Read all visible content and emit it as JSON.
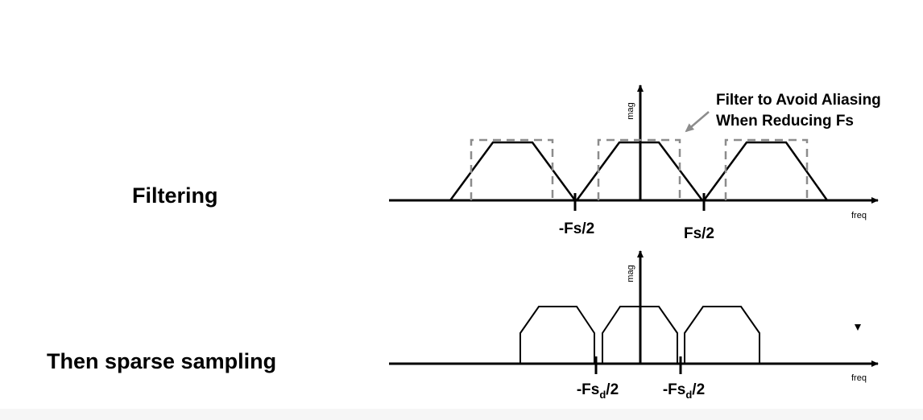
{
  "labels": {
    "filtering": "Filtering",
    "sparse_sampling": "Then sparse sampling"
  },
  "top_plot": {
    "y_axis_label": "mag",
    "x_axis_label": "freq",
    "tick_left": "-Fs/2",
    "tick_right": "Fs/2",
    "annotation_line1": "Filter to Avoid Aliasing",
    "annotation_line2": "When Reducing Fs"
  },
  "bottom_plot": {
    "y_axis_label": "mag",
    "x_axis_label": "freq",
    "tick_left_prefix": "-Fs",
    "tick_left_sub": "d",
    "tick_left_suffix": "/2",
    "tick_right_prefix": "-Fs",
    "tick_right_sub": "d",
    "tick_right_suffix": "/2"
  },
  "colors": {
    "stroke": "#000000",
    "filter_dash": "#8c8c8c",
    "annotation_arrow": "#8c8c8c"
  }
}
